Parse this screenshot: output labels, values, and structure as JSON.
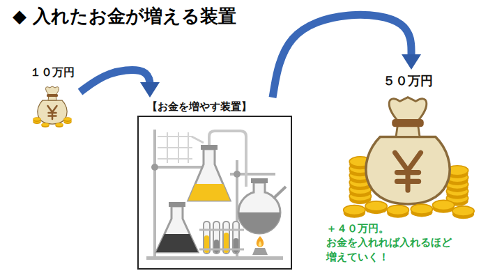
{
  "diagram": {
    "title": "◆ 入れたお金が増える装置",
    "nodes": [
      {
        "text": [
          "１０万円"
        ]
      },
      {
        "text": [
          "【お金を増やす装置】"
        ]
      },
      {
        "text": [
          "５０万円"
        ]
      }
    ],
    "edges": [
      {
        "from": 0,
        "to": 1,
        "arrow": "to"
      },
      {
        "from": 1,
        "to": 2,
        "arrow": "to"
      }
    ],
    "labels": [
      "＋４０万円。 お金を入れれば入れるほど 増えていく！"
    ]
  }
}
